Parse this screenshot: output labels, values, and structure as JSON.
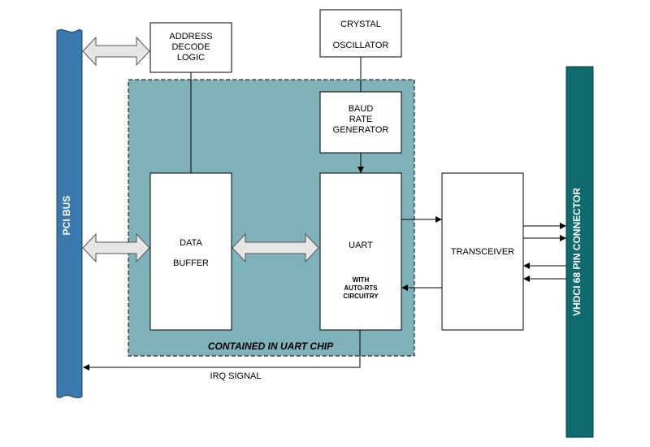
{
  "colors": {
    "pci_bus": "#3a78ae",
    "vhdci_connector": "#0f6b6e",
    "uart_chip_region": "#7fb2b8",
    "block_fill": "#ffffff",
    "arrow_fill": "#e6e6e6",
    "line": "#000000"
  },
  "pci_bus": {
    "label": "PCI  BUS"
  },
  "connector": {
    "label": "VHDCI 68 PIN CONNECTOR"
  },
  "uart_chip": {
    "label": "CONTAINED IN UART CHIP"
  },
  "blocks": {
    "address_decode": {
      "lines": [
        "ADDRESS",
        "DECODE",
        "LOGIC"
      ]
    },
    "crystal_oscillator": {
      "lines": [
        "CRYSTAL",
        "OSCILLATOR"
      ]
    },
    "baud_rate_generator": {
      "lines": [
        "BAUD",
        "RATE",
        "GENERATOR"
      ]
    },
    "data_buffer": {
      "lines": [
        "DATA",
        "BUFFER"
      ]
    },
    "uart": {
      "title": "UART",
      "sub_lines": [
        "WITH",
        "AUTO-RTS",
        "CIRCUITRY"
      ]
    },
    "transceiver": {
      "label": "TRANSCEIVER"
    }
  },
  "signals": {
    "irq": "IRQ SIGNAL"
  }
}
